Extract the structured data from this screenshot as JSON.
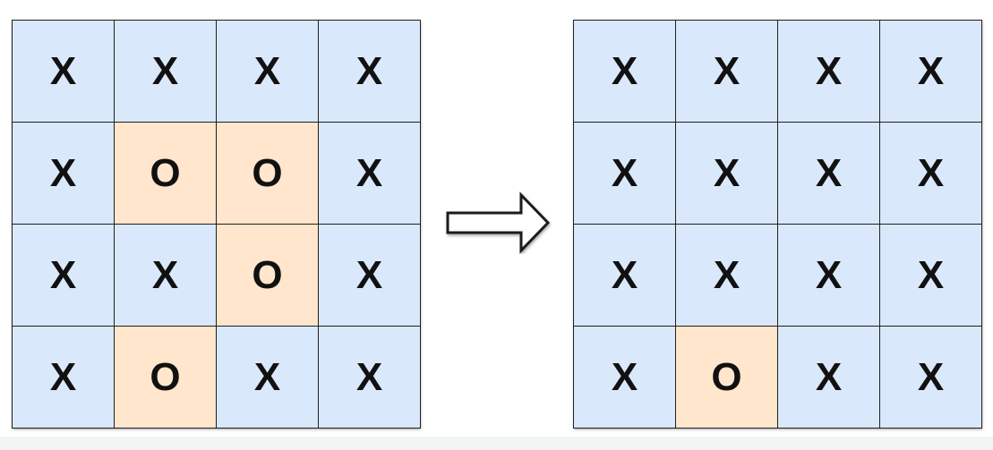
{
  "colors": {
    "x_cell": "#dae8fc",
    "o_cell": "#ffe6cc",
    "border": "#1f1f1f",
    "text": "#111111"
  },
  "left_grid": {
    "rows": [
      [
        "X",
        "X",
        "X",
        "X"
      ],
      [
        "X",
        "O",
        "O",
        "X"
      ],
      [
        "X",
        "X",
        "O",
        "X"
      ],
      [
        "X",
        "O",
        "X",
        "X"
      ]
    ]
  },
  "right_grid": {
    "rows": [
      [
        "X",
        "X",
        "X",
        "X"
      ],
      [
        "X",
        "X",
        "X",
        "X"
      ],
      [
        "X",
        "X",
        "X",
        "X"
      ],
      [
        "X",
        "O",
        "X",
        "X"
      ]
    ]
  },
  "arrow": {
    "icon": "right-arrow-icon"
  }
}
